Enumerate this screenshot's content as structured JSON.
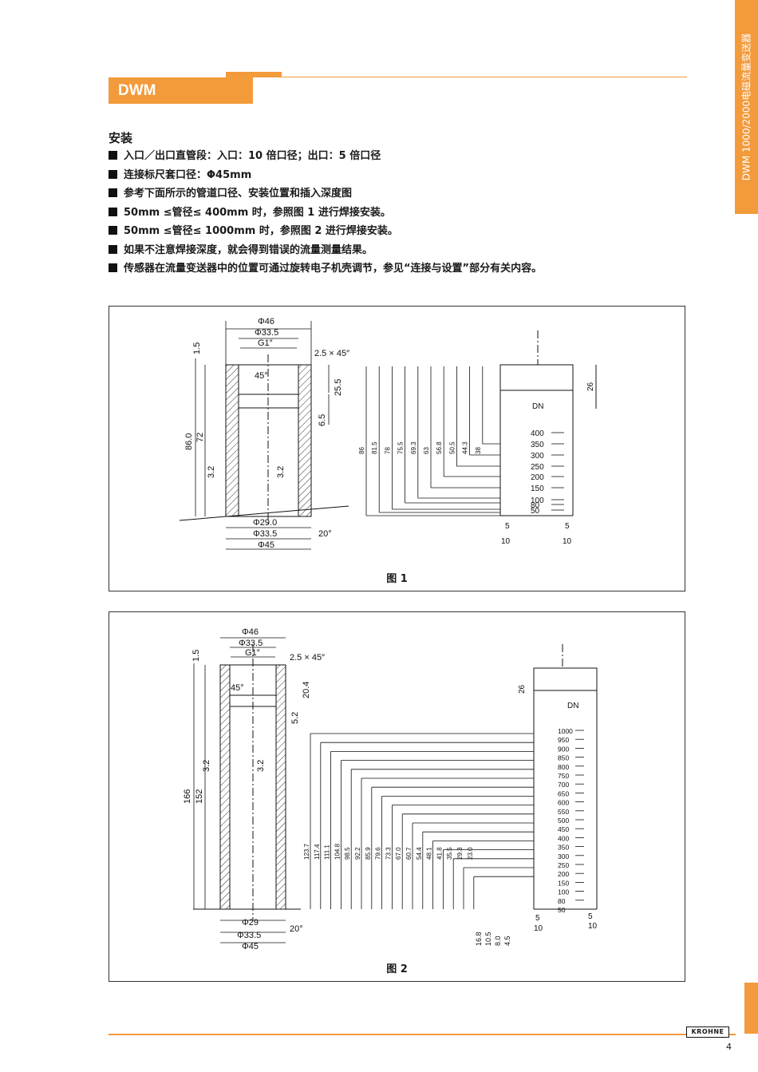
{
  "header": {
    "section": "DWM",
    "side_title": "DWM 1000/2000电磁流量变送器"
  },
  "install": {
    "heading": "安装",
    "bullets": [
      "入口／出口直管段：入口：10 倍口径；出口：5 倍口径",
      "连接标尺套口径：Φ45mm",
      "参考下面所示的管道口径、安装位置和插入深度图",
      "50mm ≤管径≤ 400mm 时，参照图 1 进行焊接安装。",
      "50mm ≤管径≤ 1000mm 时，参照图 2 进行焊接安装。",
      "如果不注意焊接深度，就会得到错误的流量测量结果。",
      "传感器在流量变送器中的位置可通过旋转电子机壳调节，参见“连接与设置”部分有关内容。"
    ]
  },
  "fig1": {
    "caption": "图 1",
    "top_dims": [
      "Φ46",
      "Φ33.5",
      "G1″"
    ],
    "bottom_dims": [
      "Φ29.0",
      "Φ33.5",
      "Φ45"
    ],
    "chamfer": "2.5 × 45″",
    "angle": "45°",
    "weld_angle": "20°",
    "left_dims": [
      "1.5",
      "86.0",
      "72"
    ],
    "right_dims": [
      "25.5",
      "6.5"
    ],
    "roughness": [
      "3.2",
      "3.2"
    ],
    "depths": [
      "86",
      "81.5",
      "78",
      "75.5",
      "69.3",
      "63",
      "56.8",
      "50.5",
      "44.3",
      "38"
    ],
    "dn_values": [
      "400",
      "350",
      "300",
      "250",
      "200",
      "150",
      "100",
      "80",
      "50"
    ],
    "head_dim": "26",
    "dn_label": "DN",
    "bottom_small": [
      "5",
      "5",
      "10",
      "10"
    ]
  },
  "fig2": {
    "caption": "图 2",
    "top_dims": [
      "Φ46",
      "Φ33.5",
      "G1″"
    ],
    "bottom_dims": [
      "Φ29",
      "Φ33.5",
      "Φ45"
    ],
    "chamfer": "2.5 × 45″",
    "angle": "45°",
    "weld_angle": "20°",
    "left_dims": [
      "1.5",
      "166",
      "152"
    ],
    "right_dims": [
      "20.4",
      "5.2"
    ],
    "roughness": [
      "3.2",
      "3.2"
    ],
    "depths": [
      "123.7",
      "117.4",
      "111.1",
      "104.8",
      "98.5",
      "92.2",
      "85.9",
      "79.6",
      "73.3",
      "67.0",
      "60.7",
      "54.4",
      "48.1",
      "41.8",
      "35.5",
      "29.3",
      "23.0"
    ],
    "small_depths": [
      "16.8",
      "10.5",
      "8.0",
      "4.5"
    ],
    "dn_values": [
      "1000",
      "950",
      "900",
      "850",
      "800",
      "750",
      "700",
      "650",
      "600",
      "550",
      "500",
      "450",
      "400",
      "350",
      "300",
      "250",
      "200",
      "150",
      "100",
      "80",
      "50"
    ],
    "head_dim": "26",
    "dn_label": "DN",
    "bottom_small": [
      "5",
      "5",
      "10",
      "10"
    ]
  },
  "footer": {
    "logo": "KROHNE",
    "page": "4"
  }
}
